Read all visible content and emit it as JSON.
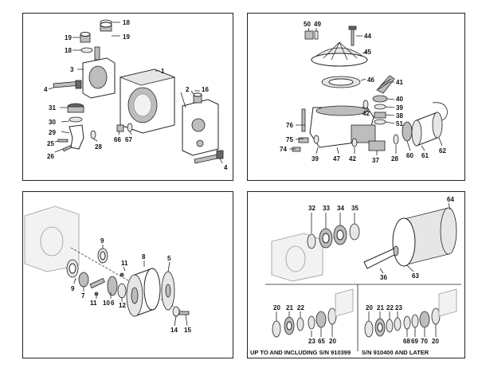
{
  "panels": [
    {
      "id": "top-left",
      "labels": [
        "18",
        "19",
        "18",
        "19",
        "1",
        "3",
        "4",
        "2",
        "16",
        "31",
        "30",
        "29",
        "25",
        "26",
        "28",
        "66",
        "67",
        "4"
      ]
    },
    {
      "id": "top-right",
      "labels": [
        "50",
        "49",
        "44",
        "45",
        "46",
        "41",
        "40",
        "39",
        "38",
        "51",
        "42",
        "76",
        "75",
        "74",
        "39",
        "47",
        "42",
        "37",
        "28",
        "60",
        "61",
        "62"
      ]
    },
    {
      "id": "bottom-left",
      "labels": [
        "9",
        "11",
        "8",
        "5",
        "9",
        "7",
        "11",
        "10",
        "6",
        "12",
        "14",
        "15"
      ]
    },
    {
      "id": "bottom-right",
      "labels": [
        "64",
        "32",
        "33",
        "34",
        "35",
        "36",
        "63",
        "20",
        "21",
        "22",
        "23",
        "65",
        "20",
        "20",
        "21",
        "22",
        "23",
        "68",
        "69",
        "70",
        "20"
      ],
      "captions": [
        "UP TO AND INCLUDING S/N 910399",
        "S/N 910400 AND LATER"
      ]
    }
  ]
}
